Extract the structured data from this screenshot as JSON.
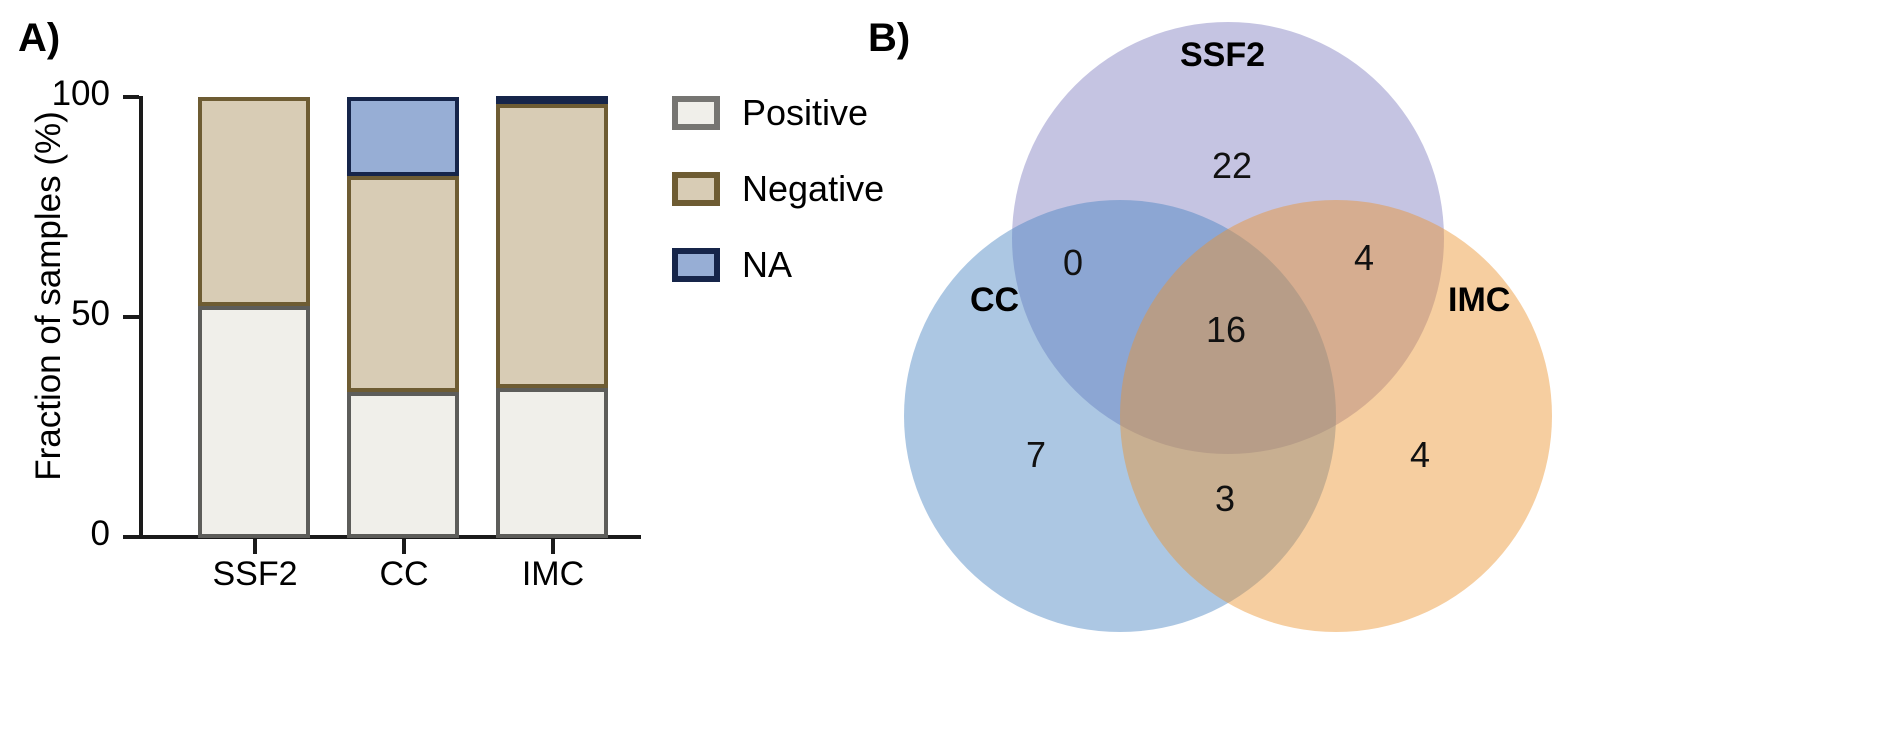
{
  "figure": {
    "panel_a_letter": "A)",
    "panel_b_letter": "B)"
  },
  "chart_data": [
    {
      "type": "bar",
      "subtype": "stacked-100-percent",
      "panel": "A)",
      "title": "",
      "xlabel": "",
      "ylabel": "Fraction of samples (%)",
      "categories": [
        "SSF2",
        "CC",
        "IMC"
      ],
      "ylim": [
        0,
        100
      ],
      "yticks": [
        "0",
        "50",
        "100"
      ],
      "ytick_values": [
        0,
        50,
        100
      ],
      "grid": false,
      "legend_position": "right",
      "series": [
        {
          "name": "Positive",
          "values": [
            52.5,
            33.0,
            34.0
          ],
          "color": "#f0efea",
          "border": "#5d5d5a"
        },
        {
          "name": "Negative",
          "values": [
            47.5,
            49.0,
            65.0
          ],
          "color": "#d8ccb5",
          "border": "#6e5c33"
        },
        {
          "name": "NA",
          "values": [
            0.0,
            18.0,
            1.0
          ],
          "color": "#97aed5",
          "border": "#16254a"
        }
      ]
    },
    {
      "type": "venn",
      "panel": "B)",
      "sets": [
        "SSF2",
        "CC",
        "IMC"
      ],
      "set_colors": [
        "#c1c0de",
        "#a9c5e4",
        "#f2c697"
      ],
      "regions": [
        {
          "label": "SSF2 only",
          "sets": [
            "SSF2"
          ],
          "value": "22"
        },
        {
          "label": "SSF2 ∩ CC",
          "sets": [
            "SSF2",
            "CC"
          ],
          "value": "0"
        },
        {
          "label": "SSF2 ∩ IMC",
          "sets": [
            "SSF2",
            "IMC"
          ],
          "value": "4"
        },
        {
          "label": "SSF2 ∩ CC ∩ IMC",
          "sets": [
            "SSF2",
            "CC",
            "IMC"
          ],
          "value": "16"
        },
        {
          "label": "CC only",
          "sets": [
            "CC"
          ],
          "value": "7"
        },
        {
          "label": "CC ∩ IMC",
          "sets": [
            "CC",
            "IMC"
          ],
          "value": "3"
        },
        {
          "label": "IMC only",
          "sets": [
            "IMC"
          ],
          "value": "4"
        }
      ]
    }
  ],
  "legend": {
    "items": [
      {
        "label": "Positive",
        "swatch": "swatch-positive"
      },
      {
        "label": "Negative",
        "swatch": "swatch-negative"
      },
      {
        "label": "NA",
        "swatch": "swatch-na"
      }
    ]
  },
  "axis": {
    "y_label": "Fraction of samples (%)",
    "y_ticks": [
      "100",
      "50",
      "0"
    ],
    "x_ticks": [
      "SSF2",
      "CC",
      "IMC"
    ]
  },
  "venn": {
    "set_labels": {
      "ssf2": "SSF2",
      "cc": "CC",
      "imc": "IMC"
    },
    "counts": {
      "ssf2_only": "22",
      "ssf2_cc": "0",
      "ssf2_imc": "4",
      "all_three": "16",
      "cc_only": "7",
      "cc_imc": "3",
      "imc_only": "4"
    }
  },
  "colors": {
    "positive_fill": "#f0efea",
    "positive_border": "#5d5d5a",
    "negative_fill": "#d8ccb5",
    "negative_border": "#6e5c33",
    "na_fill": "#97aed5",
    "na_border": "#16254a",
    "venn_ssf2": "#c1c0de",
    "venn_cc": "#a9c5e4",
    "venn_imc": "#f2c697",
    "axis": "#1a1a1a"
  }
}
